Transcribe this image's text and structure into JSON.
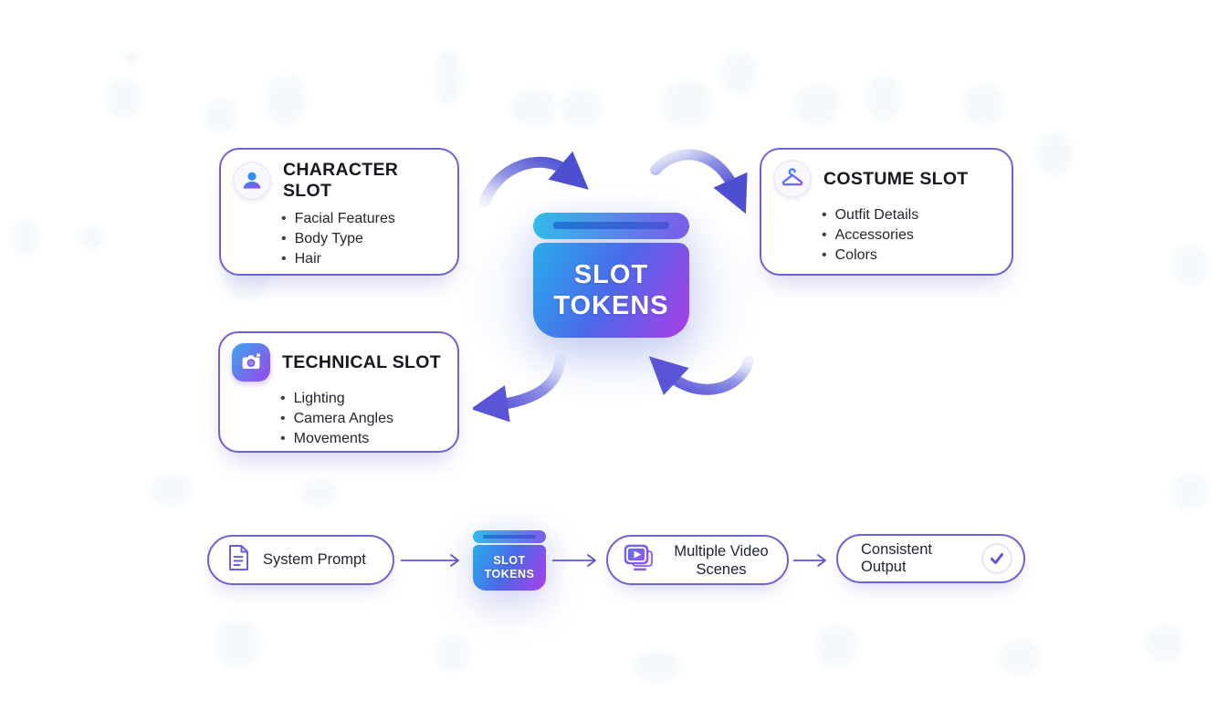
{
  "palette": {
    "card_border": "#6c63d8",
    "arrow_color": "#4d4fd0",
    "token_gradient_start": "#2ca6ea",
    "token_gradient_end": "#ab3ee6",
    "title_text": "#17171f",
    "body_text": "#25252d"
  },
  "center_token": {
    "line1": "SLOT",
    "line2": "TOKENS"
  },
  "slot_boxes": [
    {
      "title": "CHARACTER SLOT",
      "icon": "person-icon",
      "items": [
        "Facial Features",
        "Body Type",
        "Hair"
      ]
    },
    {
      "title": "COSTUME SLOT",
      "icon": "hanger-icon",
      "items": [
        "Outfit Details",
        "Accessories",
        "Colors"
      ]
    },
    {
      "title": "TECHNICAL SLOT",
      "icon": "camera-icon",
      "items": [
        "Lighting",
        "Camera Angles",
        "Movements"
      ]
    }
  ],
  "flow": {
    "step1_label": "System Prompt",
    "token_line1": "SLOT",
    "token_line2": "TOKENS",
    "step3_label": "Multiple Video Scenes",
    "step4_label": "Consistent Output"
  }
}
